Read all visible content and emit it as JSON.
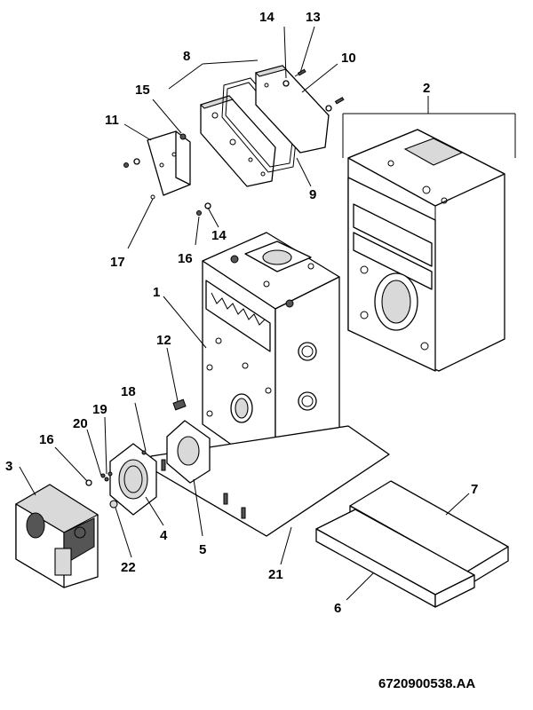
{
  "callouts": {
    "c1": "1",
    "c2": "2",
    "c3": "3",
    "c4": "4",
    "c5": "5",
    "c6": "6",
    "c7": "7",
    "c8": "8",
    "c9": "9",
    "c10": "10",
    "c11": "11",
    "c12": "12",
    "c13": "13",
    "c14a": "14",
    "c14b": "14",
    "c15": "15",
    "c16a": "16",
    "c16b": "16",
    "c17": "17",
    "c18": "18",
    "c19": "19",
    "c20": "20",
    "c21": "21",
    "c22": "22"
  },
  "document_number": "6720900538.AA"
}
